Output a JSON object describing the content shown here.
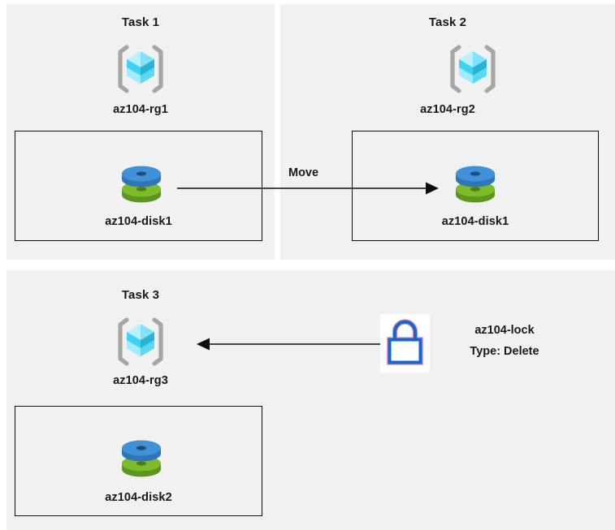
{
  "diagram": {
    "title": "Azure AZ-104 resource group tasks diagram",
    "background_color": "#ffffff",
    "panel_color": "#f1f1f1",
    "box_border_color": "#0d0d0d",
    "text_color": "#1a1a1a"
  },
  "colors": {
    "cube_light": "#7fe4fb",
    "cube_mid": "#3ed2f4",
    "cube_dark": "#2bb3d6",
    "cube_pale": "#b8f0fd",
    "bracket_gray": "#a6a6a6",
    "disk_blue_top": "#4191d8",
    "disk_blue_side": "#2f76b8",
    "disk_blue_hole": "#1c4f80",
    "disk_green_top": "#7cbb2a",
    "disk_green_side": "#5e9420",
    "disk_green_hole": "#4e7d1a",
    "lock_blue": "#1267d0",
    "lock_outline_pink": "#e88ab4",
    "arrow_black": "#0d0d0d"
  },
  "panels": [
    {
      "id": "task1",
      "title": "Task 1",
      "resource_group": {
        "label": "az104-rg1",
        "icon": "azure-resource-group-icon"
      },
      "resource_box": {
        "resource": {
          "label": "az104-disk1",
          "icon": "azure-managed-disk-icon"
        }
      }
    },
    {
      "id": "task2",
      "title": "Task 2",
      "resource_group": {
        "label": "az104-rg2",
        "icon": "azure-resource-group-icon"
      },
      "resource_box": {
        "resource": {
          "label": "az104-disk1",
          "icon": "azure-managed-disk-icon"
        }
      }
    },
    {
      "id": "task3",
      "title": "Task 3",
      "resource_group": {
        "label": "az104-rg3",
        "icon": "azure-resource-group-icon"
      },
      "resource_box": {
        "resource": {
          "label": "az104-disk2",
          "icon": "azure-managed-disk-icon"
        }
      },
      "lock": {
        "icon": "padlock-icon",
        "name": "az104-lock",
        "type_line": "Type: Delete"
      }
    }
  ],
  "connectors": [
    {
      "id": "move-arrow",
      "label": "Move",
      "direction": "right",
      "from": "task1-disk",
      "to": "task2-disk"
    },
    {
      "id": "lock-arrow",
      "label": "",
      "direction": "left",
      "from": "az104-lock",
      "to": "task3-resource-group"
    }
  ]
}
